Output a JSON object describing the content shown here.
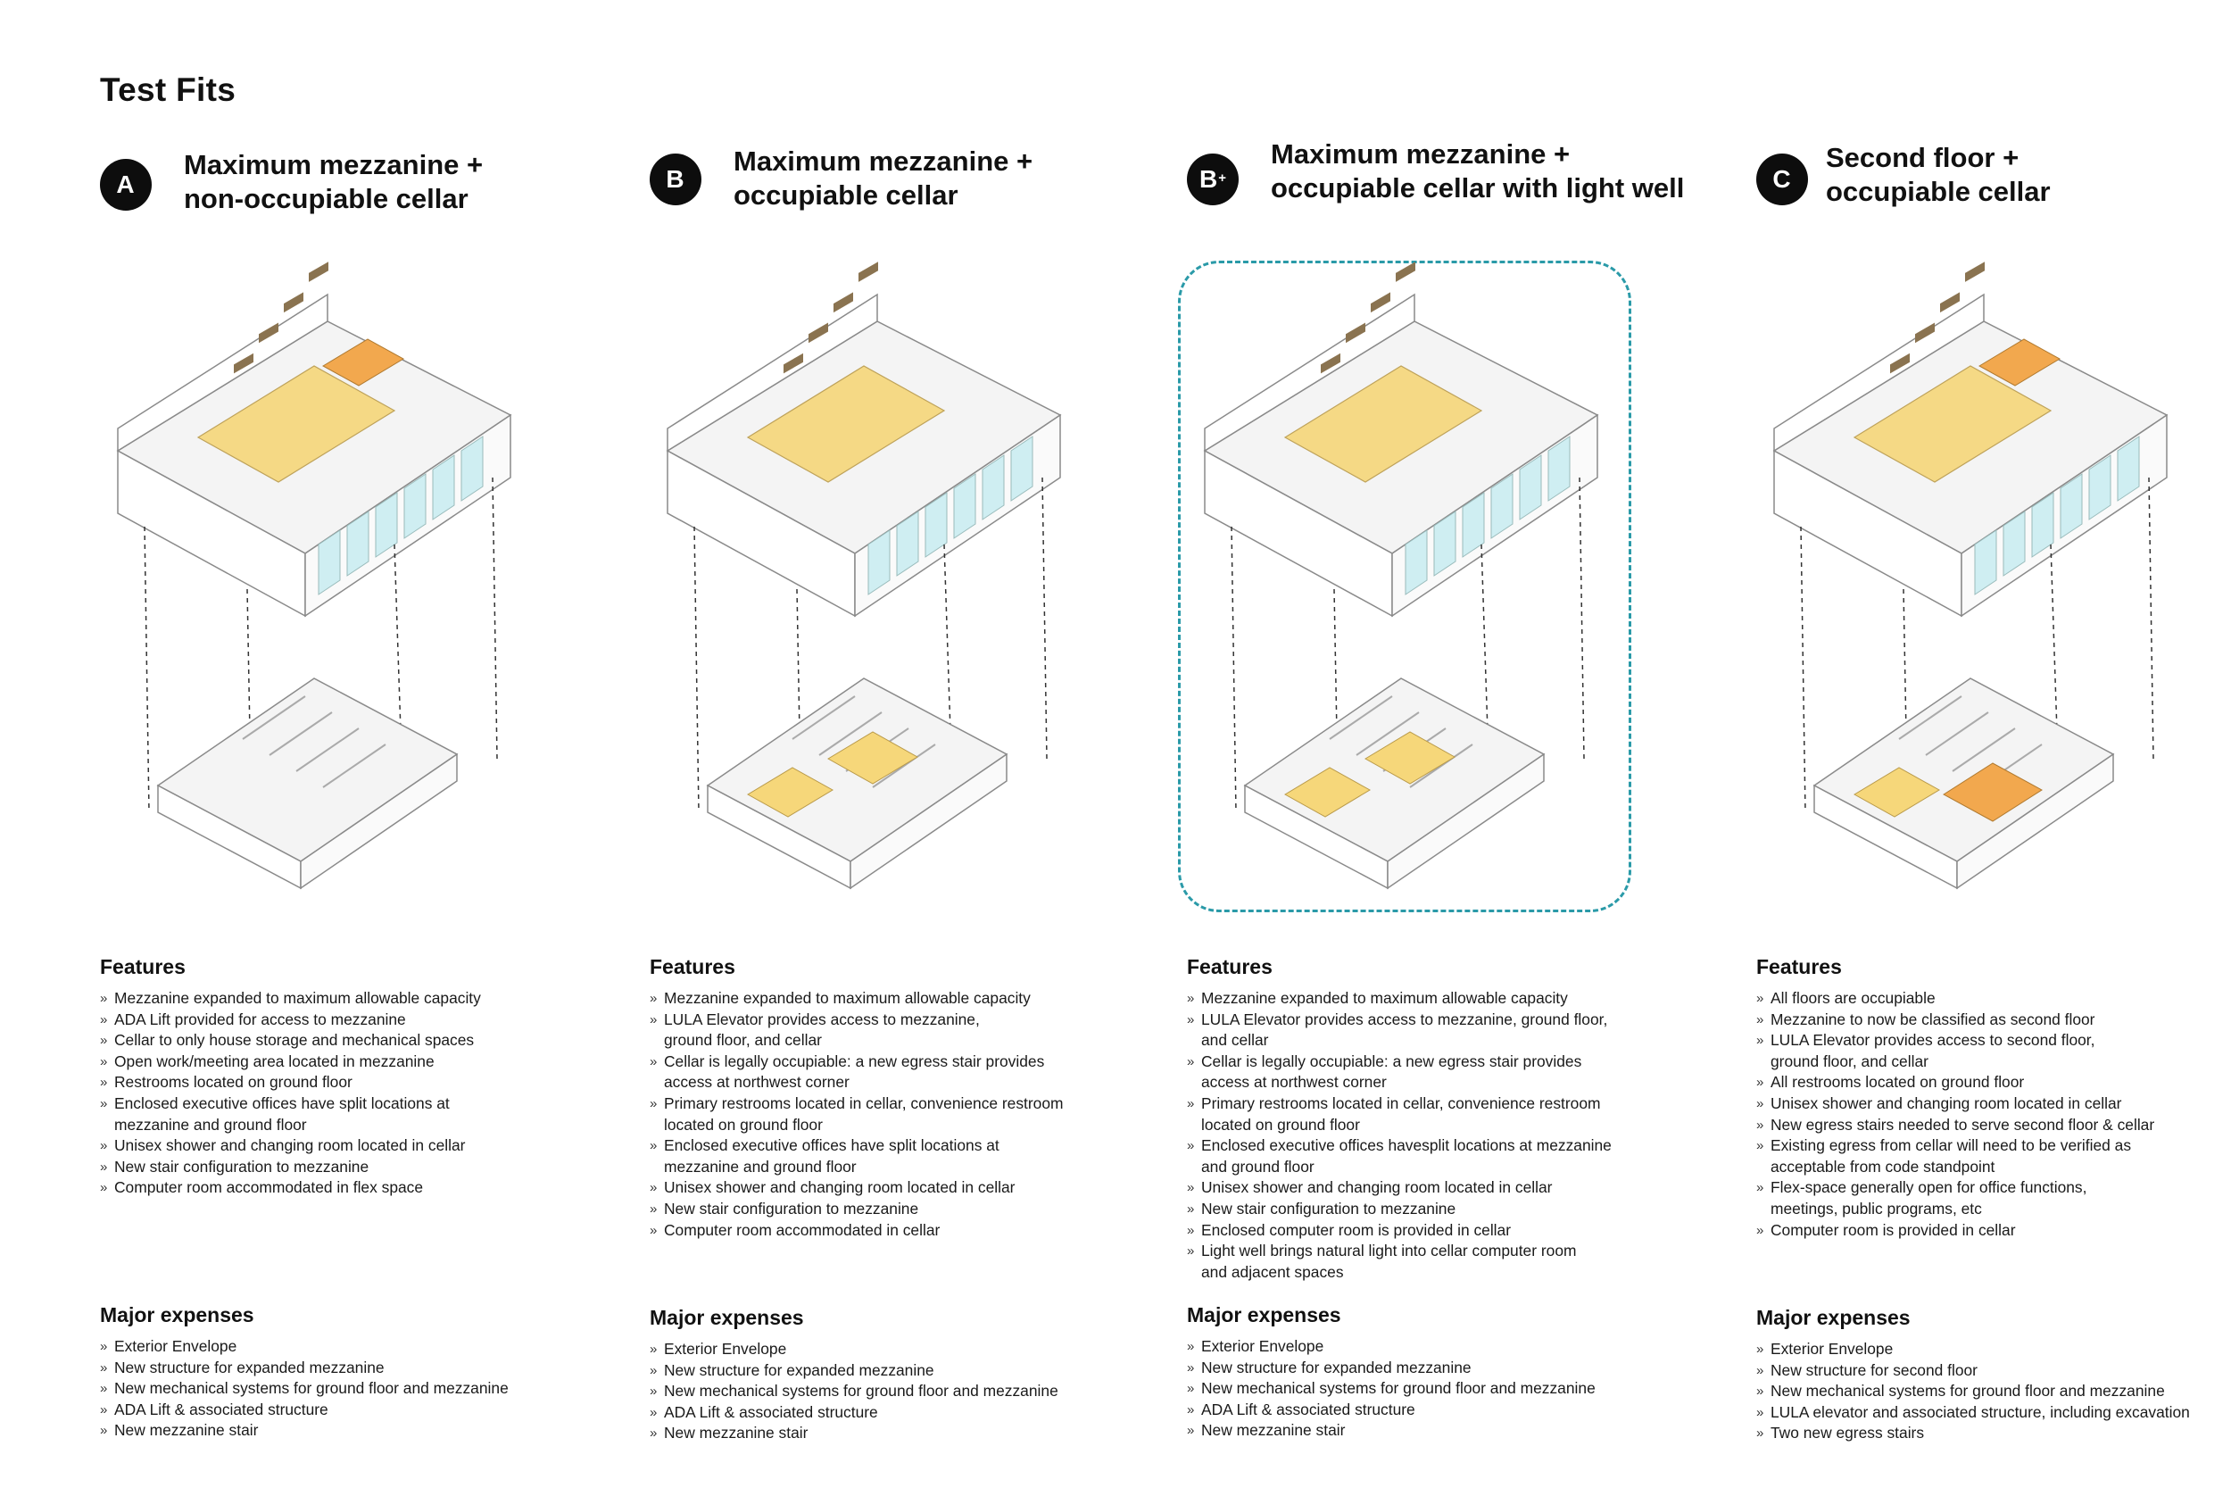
{
  "page_title": "Test Fits",
  "colors": {
    "highlight_frame": "#2a9aa8",
    "mezzanine_yellow": "#f6d77a",
    "accent_orange": "#f2a84e",
    "glass_blue": "#cfeef2"
  },
  "options": [
    {
      "id": "option-a",
      "badge": "A",
      "badge_sup": "",
      "title": "Maximum mezzanine +\nnon-occupiable cellar",
      "features_heading": "Features",
      "features": [
        "Mezzanine expanded to maximum allowable capacity",
        "ADA Lift provided for access to mezzanine",
        "Cellar to only house storage  and mechanical spaces",
        "Open work/meeting area located in mezzanine",
        "Restrooms located on ground floor",
        "Enclosed executive offices have  split locations at\nmezzanine and ground floor",
        "Unisex shower and changing room located in cellar",
        "New stair configuration to mezzanine",
        "Computer room accommodated in flex space"
      ],
      "expenses_heading": "Major expenses",
      "expenses": [
        "Exterior Envelope",
        "New structure for expanded mezzanine",
        "New mechanical systems for ground floor and mezzanine",
        "ADA Lift & associated structure",
        "New mezzanine stair"
      ]
    },
    {
      "id": "option-b",
      "badge": "B",
      "badge_sup": "",
      "title": "Maximum mezzanine +\noccupiable cellar",
      "features_heading": "Features",
      "features": [
        "Mezzanine expanded to maximum allowable capacity",
        "LULA Elevator provides access to mezzanine,\nground floor, and cellar",
        "Cellar is legally occupiable: a new egress stair provides\naccess at northwest corner",
        "Primary restrooms located in cellar, convenience restroom\nlocated on ground floor",
        "Enclosed executive offices have  split locations at\nmezzanine and ground floor",
        "Unisex shower and changing room located in cellar",
        "New stair configuration to mezzanine",
        "Computer room  accommodated in cellar"
      ],
      "expenses_heading": "Major expenses",
      "expenses": [
        "Exterior Envelope",
        "New structure for expanded mezzanine",
        "New mechanical systems for ground floor and mezzanine",
        "ADA Lift & associated structure",
        "New mezzanine stair"
      ]
    },
    {
      "id": "option-bplus",
      "badge": "B",
      "badge_sup": "+",
      "title": "Maximum mezzanine +\noccupiable cellar with light well",
      "features_heading": "Features",
      "features": [
        "Mezzanine expanded to maximum allowable capacity",
        "LULA Elevator provides access to mezzanine, ground floor,\nand cellar",
        "Cellar is legally occupiable: a new egress stair provides\naccess at northwest corner",
        "Primary restrooms located in cellar, convenience restroom\nlocated on ground floor",
        "Enclosed executive offices havesplit locations at mezzanine\nand ground floor",
        "Unisex shower and changing room located in cellar",
        "New stair configuration to mezzanine",
        "Enclosed computer room is provided in cellar",
        "Light well brings natural light into cellar computer room\nand adjacent spaces"
      ],
      "expenses_heading": "Major expenses",
      "expenses": [
        "Exterior Envelope",
        "New structure for expanded mezzanine",
        "New mechanical systems for ground floor and mezzanine",
        "ADA Lift & associated structure",
        "New mezzanine stair"
      ]
    },
    {
      "id": "option-c",
      "badge": "C",
      "badge_sup": "",
      "title": "Second floor +\noccupiable cellar",
      "features_heading": "Features",
      "features": [
        "All floors are occupiable",
        "Mezzanine to now be classified as second floor",
        "LULA Elevator provides access to second floor,\nground floor, and cellar",
        "All restrooms located on ground floor",
        "Unisex shower and changing room located in cellar",
        "New egress stairs needed to serve second floor & cellar",
        "Existing egress from cellar will need to be verified as\nacceptable from code standpoint",
        "Flex-space generally open for office functions,\nmeetings, public programs, etc",
        "Computer room is provided in cellar"
      ],
      "expenses_heading": "Major expenses",
      "expenses": [
        "Exterior Envelope",
        "New structure for second floor",
        "New mechanical systems for ground floor and mezzanine",
        "LULA elevator and associated structure, including excavation",
        "Two new egress stairs"
      ]
    }
  ]
}
